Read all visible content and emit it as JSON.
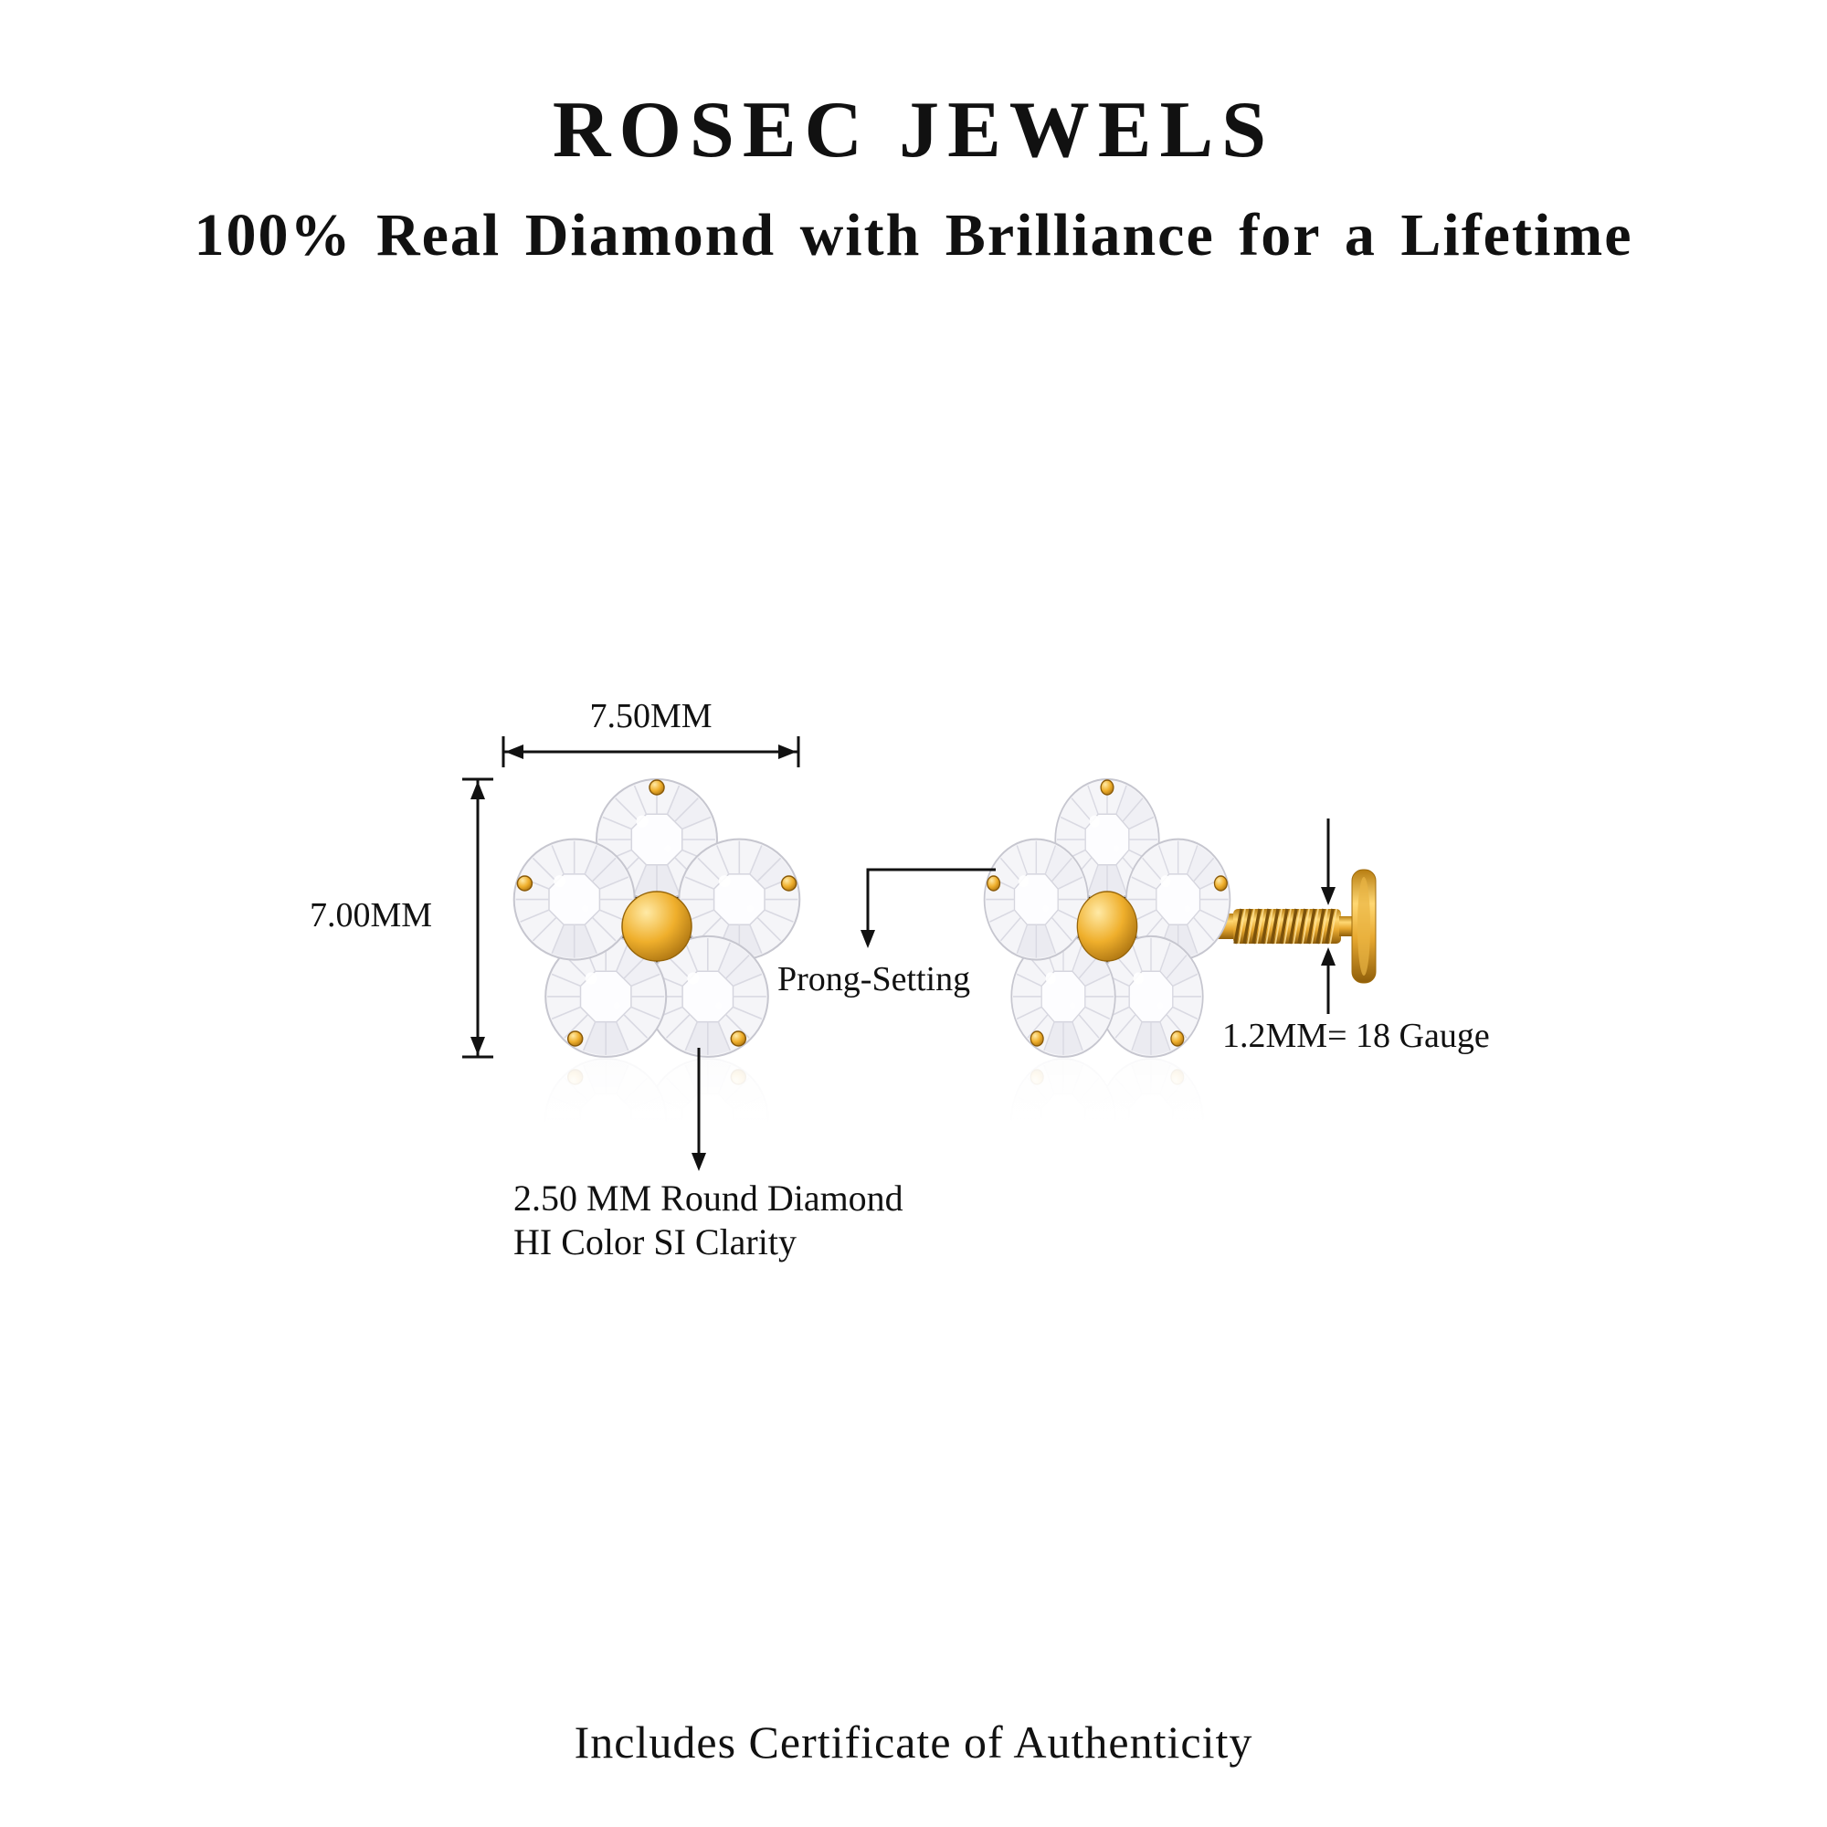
{
  "header": {
    "brand": "ROSEC JEWELS",
    "tagline": "100% Real Diamond with Brilliance for a Lifetime"
  },
  "annotations": {
    "width": "7.50MM",
    "height": "7.00MM",
    "prong": "Prong-Setting",
    "gauge": "1.2MM= 18 Gauge",
    "diamond_line1": "2.50 MM Round Diamond",
    "diamond_line2": "HI Color SI Clarity"
  },
  "footer": {
    "certificate": "Includes Certificate of Authenticity"
  },
  "colors": {
    "background": "#ffffff",
    "text": "#111111",
    "annotation_line": "#111111",
    "gold": "#EFAF2C",
    "gold_dark": "#8F5E0A",
    "gold_light": "#FFE9A6",
    "diamond": "#F5F5F8",
    "diamond_edge": "#C6C6CF"
  }
}
